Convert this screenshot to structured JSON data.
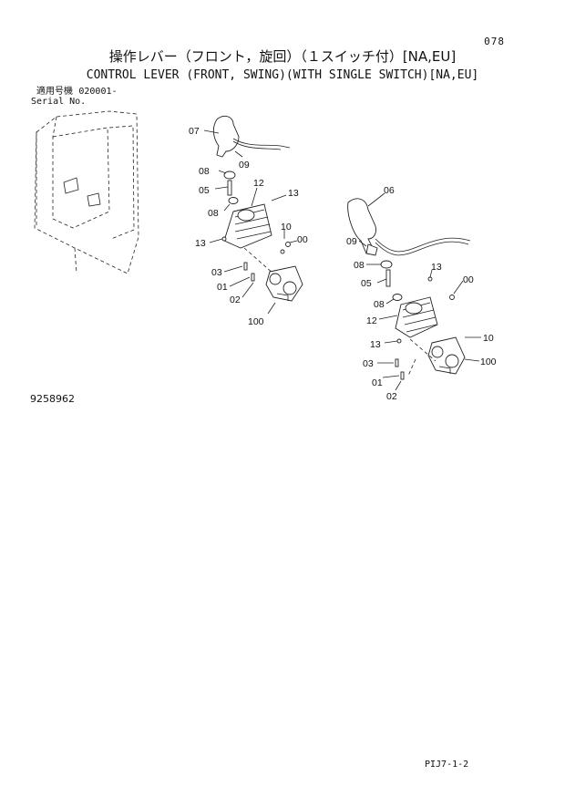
{
  "header": {
    "page_number": "078",
    "title_jp": "操作レバー（フロント，旋回）（１スイッチ付）[NA,EU]",
    "title_en": "CONTROL LEVER (FRONT, SWING)(WITH SINGLE SWITCH)[NA,EU]",
    "serial_label_jp": "適用号機",
    "serial_value": "020001-",
    "serial_label_en": "Serial No."
  },
  "drawing_id": "9258962",
  "footer_code": "PIJ7-1-2",
  "callouts": {
    "left": {
      "c07": "07",
      "c09": "09",
      "c08a": "08",
      "c12": "12",
      "c05": "05",
      "c13a": "13",
      "c08b": "08",
      "c10": "10",
      "c00": "00",
      "c13b": "13",
      "c03": "03",
      "c01": "01",
      "c02": "02",
      "c100": "100"
    },
    "right": {
      "c06": "06",
      "c09": "09",
      "c08": "08",
      "c13a": "13",
      "c05": "05",
      "c00": "00",
      "c08b": "08",
      "c12": "12",
      "c10": "10",
      "c13b": "13",
      "c100": "100",
      "c03": "03",
      "c01": "01",
      "c02": "02"
    }
  }
}
